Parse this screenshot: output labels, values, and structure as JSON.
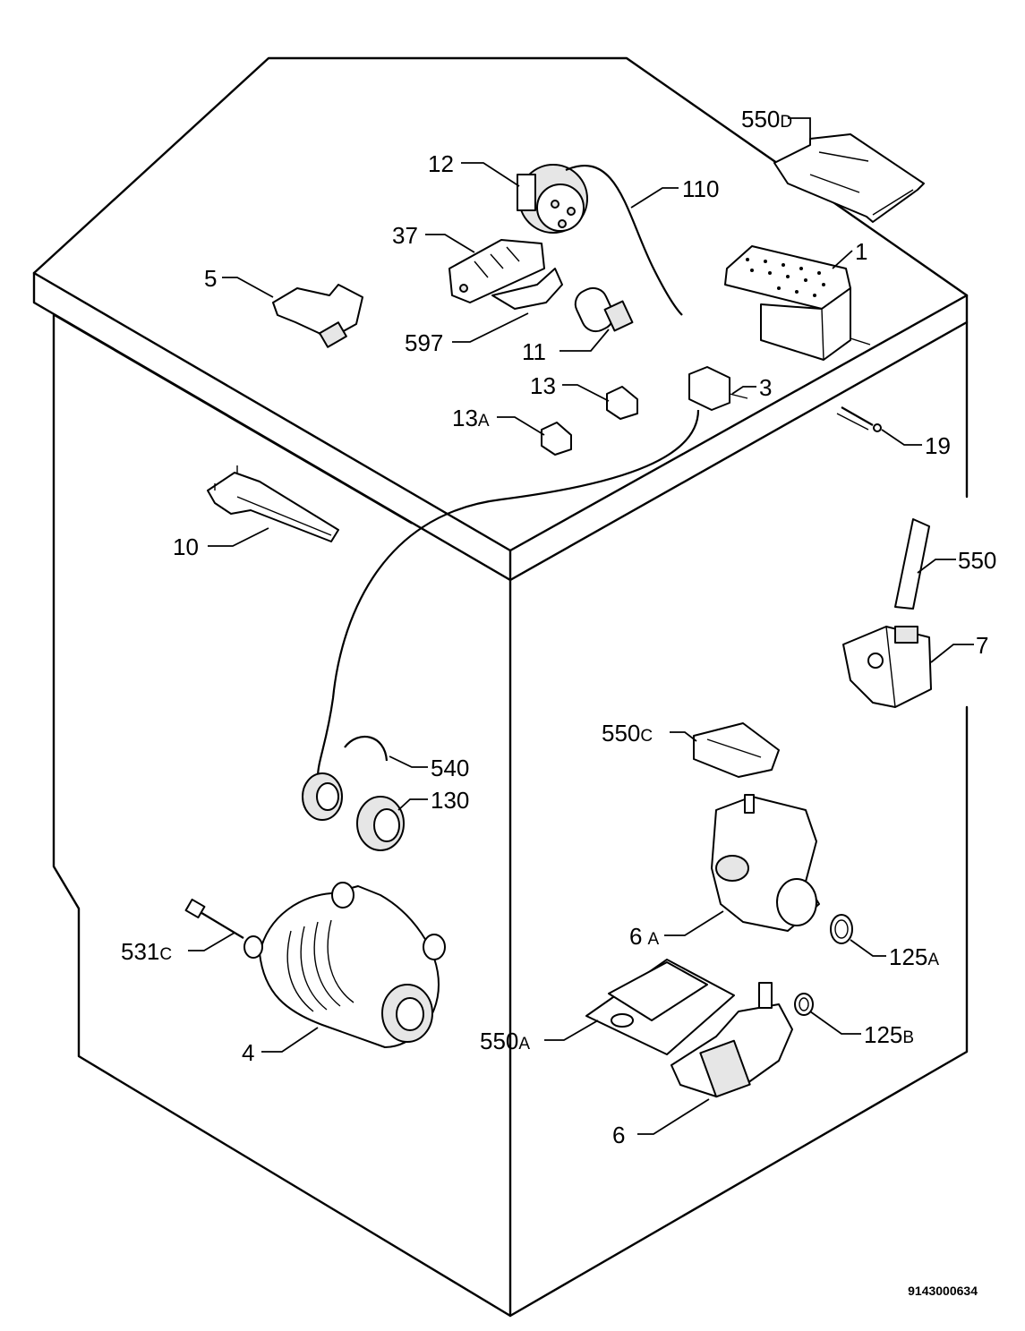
{
  "diagram": {
    "doc_number": "9143000634",
    "callouts": [
      {
        "id": "550D",
        "number": "550",
        "suffix": "D"
      },
      {
        "id": "12",
        "number": "12",
        "suffix": ""
      },
      {
        "id": "110",
        "number": "110",
        "suffix": ""
      },
      {
        "id": "37",
        "number": "37",
        "suffix": ""
      },
      {
        "id": "1",
        "number": "1",
        "suffix": ""
      },
      {
        "id": "5",
        "number": "5",
        "suffix": ""
      },
      {
        "id": "597",
        "number": "597",
        "suffix": ""
      },
      {
        "id": "11",
        "number": "11",
        "suffix": ""
      },
      {
        "id": "13",
        "number": "13",
        "suffix": ""
      },
      {
        "id": "3",
        "number": "3",
        "suffix": ""
      },
      {
        "id": "13A",
        "number": "13",
        "suffix": "A"
      },
      {
        "id": "19",
        "number": "19",
        "suffix": ""
      },
      {
        "id": "10",
        "number": "10",
        "suffix": ""
      },
      {
        "id": "550",
        "number": "550",
        "suffix": ""
      },
      {
        "id": "7",
        "number": "7",
        "suffix": ""
      },
      {
        "id": "550C",
        "number": "550",
        "suffix": "C"
      },
      {
        "id": "540",
        "number": "540",
        "suffix": ""
      },
      {
        "id": "130",
        "number": "130",
        "suffix": ""
      },
      {
        "id": "531C",
        "number": "531",
        "suffix": "C"
      },
      {
        "id": "6A",
        "number": "6",
        "suffix": "A"
      },
      {
        "id": "125A",
        "number": "125",
        "suffix": "A"
      },
      {
        "id": "550A",
        "number": "550",
        "suffix": "A"
      },
      {
        "id": "125B",
        "number": "125",
        "suffix": "B"
      },
      {
        "id": "4",
        "number": "4",
        "suffix": ""
      },
      {
        "id": "6",
        "number": "6",
        "suffix": ""
      }
    ]
  }
}
